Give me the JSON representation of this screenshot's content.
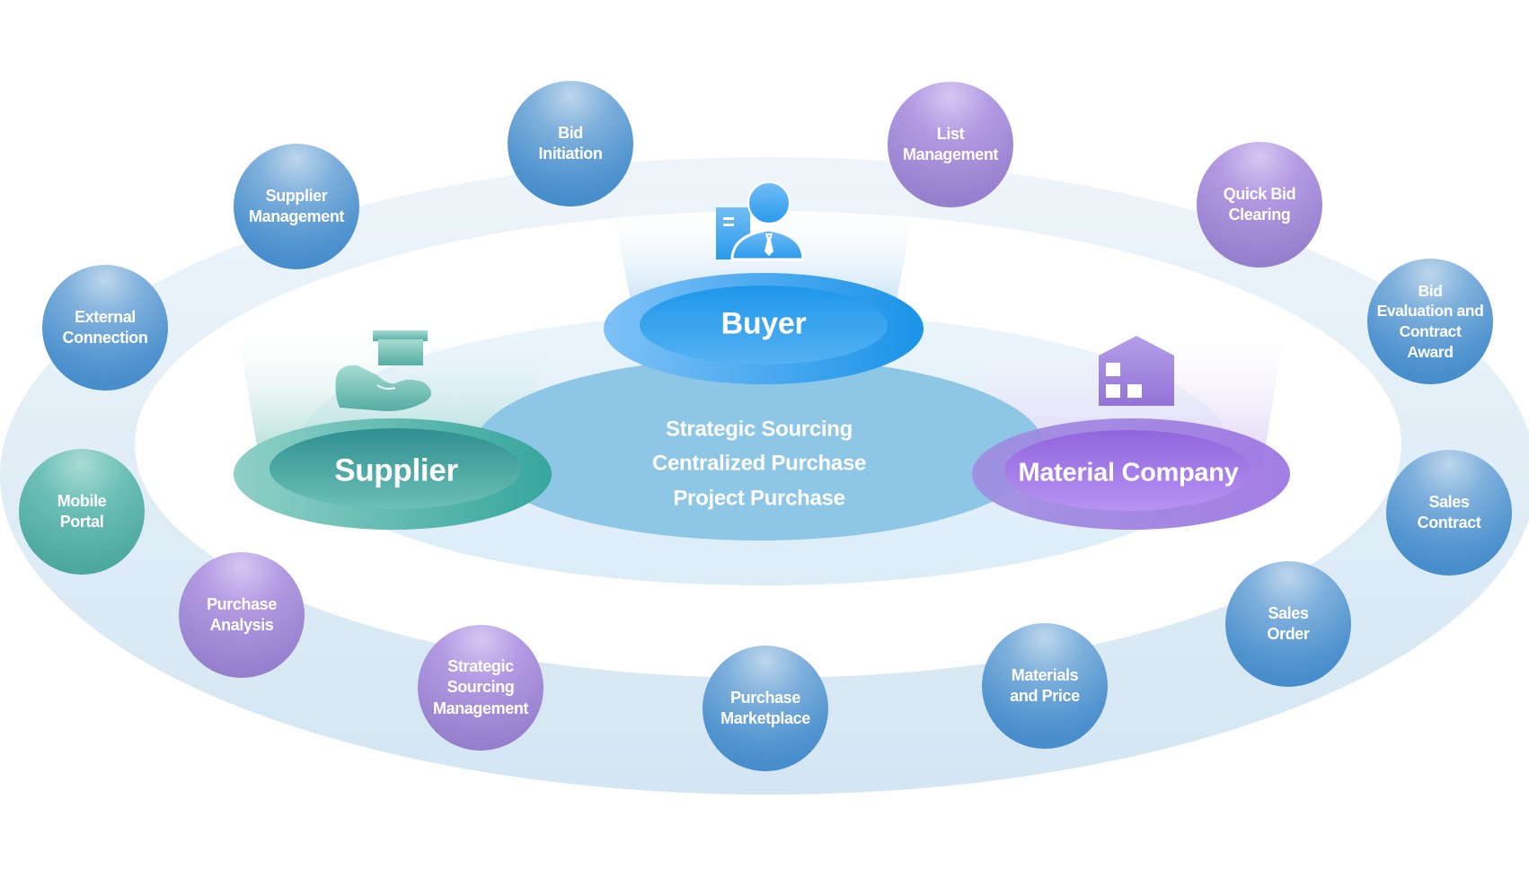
{
  "diagram": {
    "center": {
      "lines": [
        "Strategic Sourcing",
        "Centralized Purchase",
        "Project Purchase"
      ]
    },
    "roles": {
      "buyer": {
        "label": "Buyer",
        "icon": "buyer-person-icon",
        "color": "#1a9cec"
      },
      "supplier": {
        "label": "Supplier",
        "icon": "hand-box-icon",
        "color": "#3aa89f"
      },
      "material_company": {
        "label": "Material Company",
        "icon": "warehouse-icon",
        "color": "#9a6ee0"
      }
    },
    "modules": [
      {
        "id": "bid-initiation",
        "lines": [
          "Bid",
          "Initiation"
        ],
        "color": "blue"
      },
      {
        "id": "list-management",
        "lines": [
          "List",
          "Management"
        ],
        "color": "purple"
      },
      {
        "id": "quick-bid-clearing",
        "lines": [
          "Quick Bid",
          "Clearing"
        ],
        "color": "purple"
      },
      {
        "id": "bid-evaluation-contract-award",
        "lines": [
          "Bid",
          "Evaluation and",
          "Contract",
          "Award"
        ],
        "color": "blue"
      },
      {
        "id": "sales-contract",
        "lines": [
          "Sales",
          "Contract"
        ],
        "color": "blue"
      },
      {
        "id": "sales-order",
        "lines": [
          "Sales",
          "Order"
        ],
        "color": "blue"
      },
      {
        "id": "materials-and-price",
        "lines": [
          "Materials",
          "and Price"
        ],
        "color": "blue"
      },
      {
        "id": "purchase-marketplace",
        "lines": [
          "Purchase",
          "Marketplace"
        ],
        "color": "blue"
      },
      {
        "id": "strategic-sourcing-management",
        "lines": [
          "Strategic",
          "Sourcing",
          "Management"
        ],
        "color": "purple"
      },
      {
        "id": "purchase-analysis",
        "lines": [
          "Purchase",
          "Analysis"
        ],
        "color": "purple"
      },
      {
        "id": "mobile-portal",
        "lines": [
          "Mobile",
          "Portal"
        ],
        "color": "teal"
      },
      {
        "id": "external-connection",
        "lines": [
          "External",
          "Connection"
        ],
        "color": "blue"
      },
      {
        "id": "supplier-management",
        "lines": [
          "Supplier",
          "Management"
        ],
        "color": "blue"
      }
    ]
  }
}
